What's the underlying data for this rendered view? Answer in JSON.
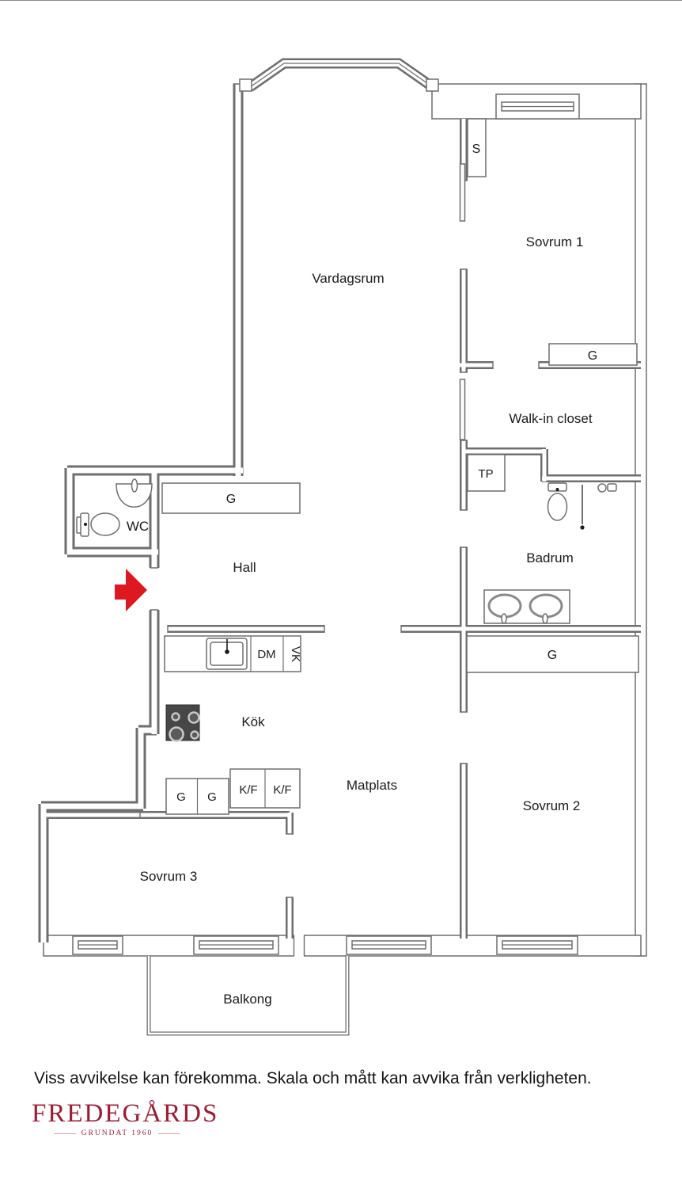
{
  "floorplan": {
    "rooms": {
      "vardagsrum": "Vardagsrum",
      "sovrum1": "Sovrum 1",
      "walkin_closet": "Walk-in closet",
      "badrum": "Badrum",
      "wc": "WC",
      "hall": "Hall",
      "kok": "Kök",
      "matplats": "Matplats",
      "sovrum2": "Sovrum 2",
      "sovrum3": "Sovrum 3",
      "balkong": "Balkong"
    },
    "fixtures": {
      "closet_s": "S",
      "wardrobe_g": "G",
      "tp": "TP",
      "dishwasher_dm": "DM",
      "vk": "VK",
      "fridge_freezer_kf": "K/F"
    },
    "colors": {
      "wall": "#6e6e6e",
      "entrance_arrow": "#dd1820",
      "stove": "#474747",
      "text": "#1b1b1b"
    }
  },
  "disclaimer": "Viss avvikelse kan förekomma. Skala och mått kan avvika från verkligheten.",
  "logo": {
    "brand": "FREDEGÅRDS",
    "tagline": "GRUNDAT 1960",
    "color": "#9d1c33"
  }
}
